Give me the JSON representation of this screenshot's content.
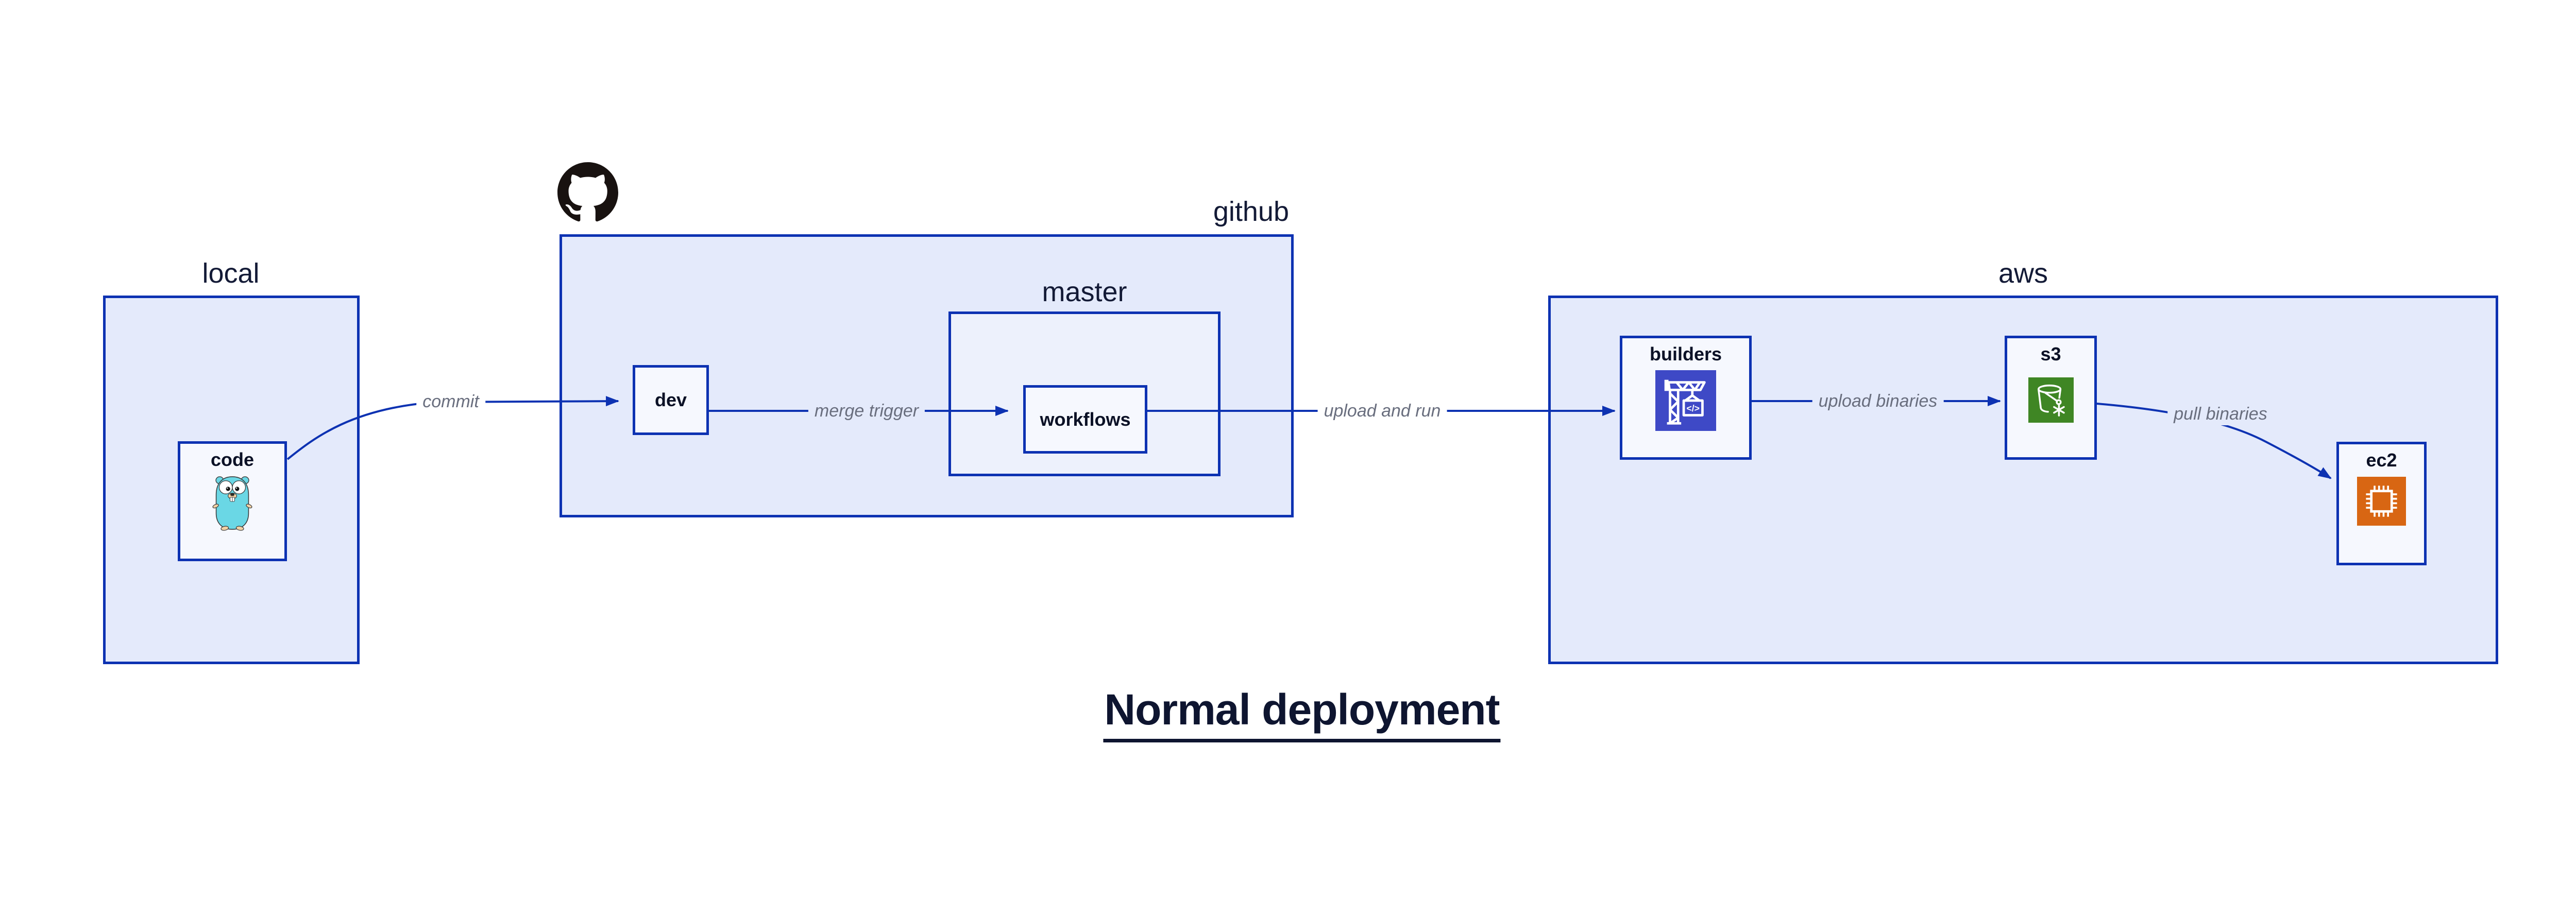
{
  "diagram_title": "Normal deployment",
  "containers": {
    "local": {
      "label": "local"
    },
    "github": {
      "label": "github"
    },
    "master": {
      "label": "master"
    },
    "aws": {
      "label": "aws"
    }
  },
  "nodes": {
    "code": {
      "label": "code",
      "icon": "go-gopher-icon"
    },
    "dev": {
      "label": "dev"
    },
    "workflows": {
      "label": "workflows"
    },
    "builders": {
      "label": "builders",
      "icon": "codebuild-crane-icon"
    },
    "s3": {
      "label": "s3",
      "icon": "s3-bucket-icon"
    },
    "ec2": {
      "label": "ec2",
      "icon": "ec2-chip-icon"
    }
  },
  "edges": {
    "commit": {
      "label": "commit",
      "from": "local.code",
      "to": "github.dev"
    },
    "merge_trigger": {
      "label": "merge trigger",
      "from": "github.dev",
      "to": "github.master.workflows"
    },
    "upload_and_run": {
      "label": "upload and run",
      "from": "github.master.workflows",
      "to": "aws.builders"
    },
    "upload_binaries": {
      "label": "upload binaries",
      "from": "aws.builders",
      "to": "aws.s3"
    },
    "pull_binaries": {
      "label": "pull binaries",
      "from": "aws.s3",
      "to": "aws.ec2"
    }
  },
  "icons": {
    "github_logo": "github-octocat-mark",
    "code_tag_glyph": "</>"
  },
  "colors": {
    "page_background": "#FFFFFF",
    "container_fill": "#E4EAFB",
    "nested_container_fill": "#EDF1FC",
    "node_fill": "#F6F8FE",
    "border_blue": "#0D32B2",
    "arrow_blue": "#0D32B2",
    "edge_label_gray": "#696E7E",
    "container_label_navy": "#131A36",
    "node_label_navy": "#0B1126",
    "title_navy": "#0E1530",
    "builders_icon_bg": "#3E49C6",
    "s3_icon_bg": "#3F8624",
    "ec2_icon_bg": "#D86613",
    "gopher_teal": "#6AD7E5",
    "gopher_tan": "#F2D1A4",
    "github_black": "#181210"
  }
}
